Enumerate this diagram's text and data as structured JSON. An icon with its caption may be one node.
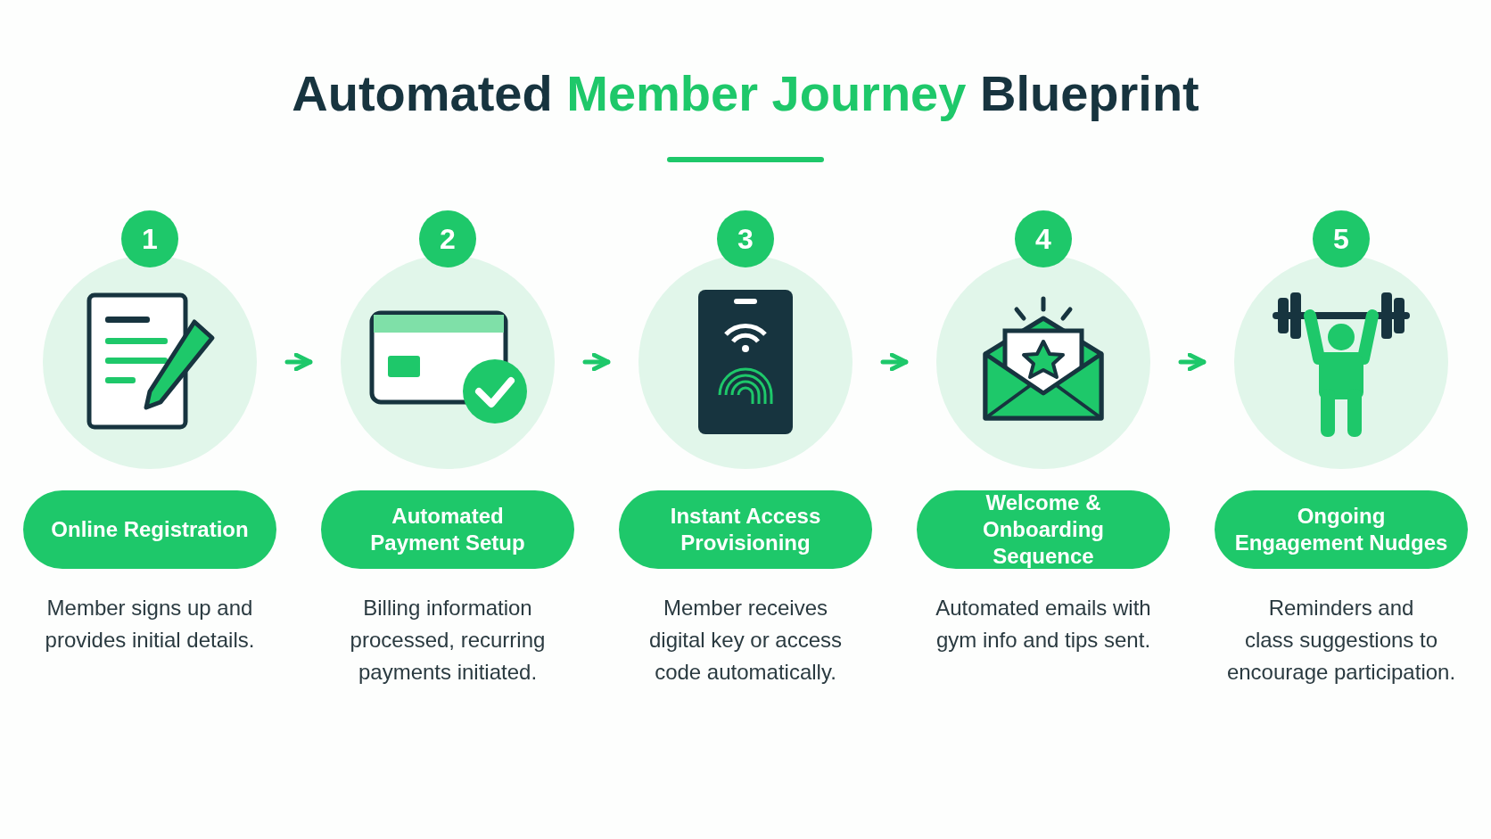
{
  "diagram": {
    "title": "Automated Member Journey Blueprint",
    "nodes": [
      {
        "text": [
          "1",
          "Online Registration",
          "Member signs up and provides initial details."
        ]
      },
      {
        "text": [
          "2",
          "Automated Payment Setup",
          "Billing information processed, recurring payments initiated."
        ]
      },
      {
        "text": [
          "3",
          "Instant Access Provisioning",
          "Member receives digital key or access code automatically."
        ]
      },
      {
        "text": [
          "4",
          "Welcome & Onboarding Sequence",
          "Automated emails with gym info and tips sent."
        ]
      },
      {
        "text": [
          "5",
          "Ongoing Engagement Nudges",
          "Reminders and class suggestions to encourage participation."
        ]
      }
    ],
    "edges": [
      {
        "from": 0,
        "to": 1,
        "arrow": "to"
      },
      {
        "from": 1,
        "to": 2,
        "arrow": "to"
      },
      {
        "from": 2,
        "to": 3,
        "arrow": "to"
      },
      {
        "from": 3,
        "to": 4,
        "arrow": "to"
      }
    ]
  }
}
